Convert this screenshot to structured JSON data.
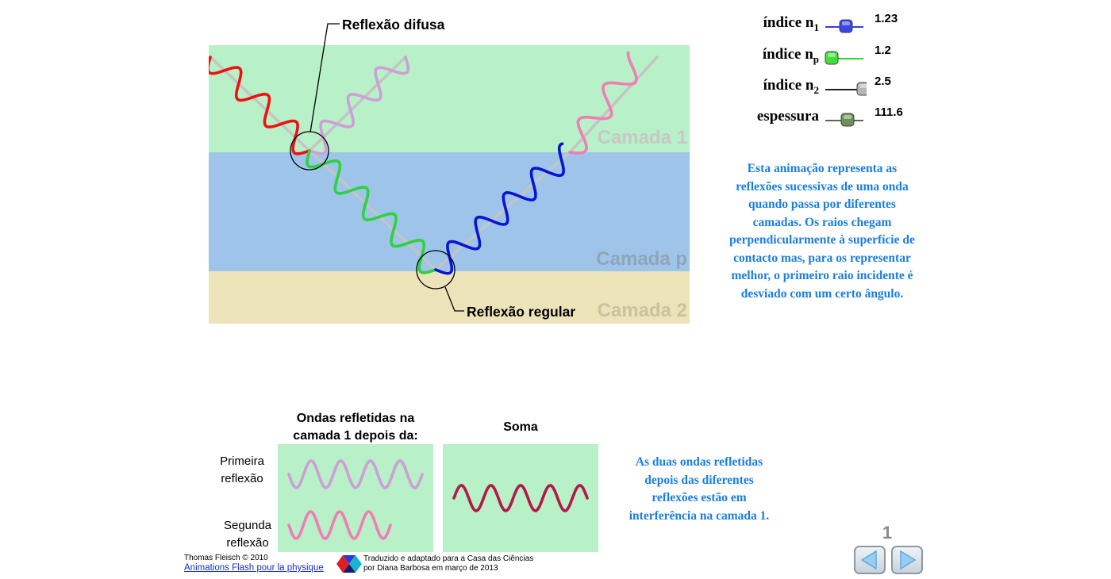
{
  "scene": {
    "label_diffuse": "Reflexão difusa",
    "label_regular": "Reflexão regular",
    "layers": [
      {
        "name": "Camada 1",
        "color": "#b8f0c7"
      },
      {
        "name": "Camada p",
        "color": "#9fc4ea"
      },
      {
        "name": "Camada 2",
        "color": "#ede3b9"
      }
    ],
    "wave_colors": {
      "incident": "#ee1111",
      "first_reflection": "#cf9ed9",
      "transmitted": "#2ed13e",
      "reflected_p": "#0a14d6",
      "second_reflection": "#f17db6"
    }
  },
  "controls": [
    {
      "label": "índice n",
      "sub": "1",
      "value": "1.23",
      "knob_color": "#3c45e6",
      "line_color": "#1c22d2",
      "level": 0.45
    },
    {
      "label": "índice n",
      "sub": "p",
      "value": "1.2",
      "knob_color": "#3fe03a",
      "line_color": "#13d313",
      "level": 0.0
    },
    {
      "label": "índice n",
      "sub": "2",
      "value": "2.5",
      "knob_color": "#b5b5b5",
      "line_color": "#000000",
      "level": 1.0
    },
    {
      "label": "espessura",
      "sub": "",
      "value": "111.6",
      "knob_color": "#6f8f5a",
      "line_color": "#3a5c2a",
      "level": 0.5
    }
  ],
  "description": "Esta animação representa as reflexões sucessivas de uma onda quando passa por diferentes camadas. Os raios chegam perpendicularmente à superfície de contacto mas, para os representar melhor, o primeiro raio incidente é desviado com um certo ângulo.",
  "bottom": {
    "panel1_title": "Ondas refletidas na camada 1 depois da:",
    "panel2_title": "Soma",
    "row1_label": "Primeira reflexão",
    "row2_label": "Segunda reflexão",
    "panel_bg": "#b8f0c7",
    "sum_color": "#b3184a",
    "interference_text": "As duas ondas refletidas depois das diferentes reflexões estão em interferência na camada 1."
  },
  "footer": {
    "author": "Thomas Fleisch © 2010",
    "link": "Animations Flash pour la physique",
    "credit_line1": "Traduzido e adaptado para a Casa das Ciências",
    "credit_line2": "por Diana Barbosa em março de 2013"
  },
  "nav": {
    "page": "1",
    "prev_icon": "arrow-left-icon",
    "next_icon": "arrow-right-icon"
  }
}
